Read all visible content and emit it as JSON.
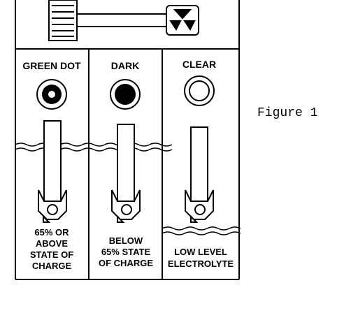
{
  "figure_label": "Figure 1",
  "panels": [
    {
      "indicator": "GREEN DOT",
      "state": "green-dot",
      "caption": [
        "65% OR",
        "ABOVE",
        "STATE OF",
        "CHARGE"
      ]
    },
    {
      "indicator": "DARK",
      "state": "dark",
      "caption": [
        "BELOW",
        "65% STATE",
        "OF CHARGE"
      ]
    },
    {
      "indicator": "CLEAR",
      "state": "clear",
      "caption": [
        "LOW LEVEL",
        "ELECTROLYTE"
      ]
    }
  ],
  "colors": {
    "ink": "#000000",
    "paper": "#ffffff"
  }
}
